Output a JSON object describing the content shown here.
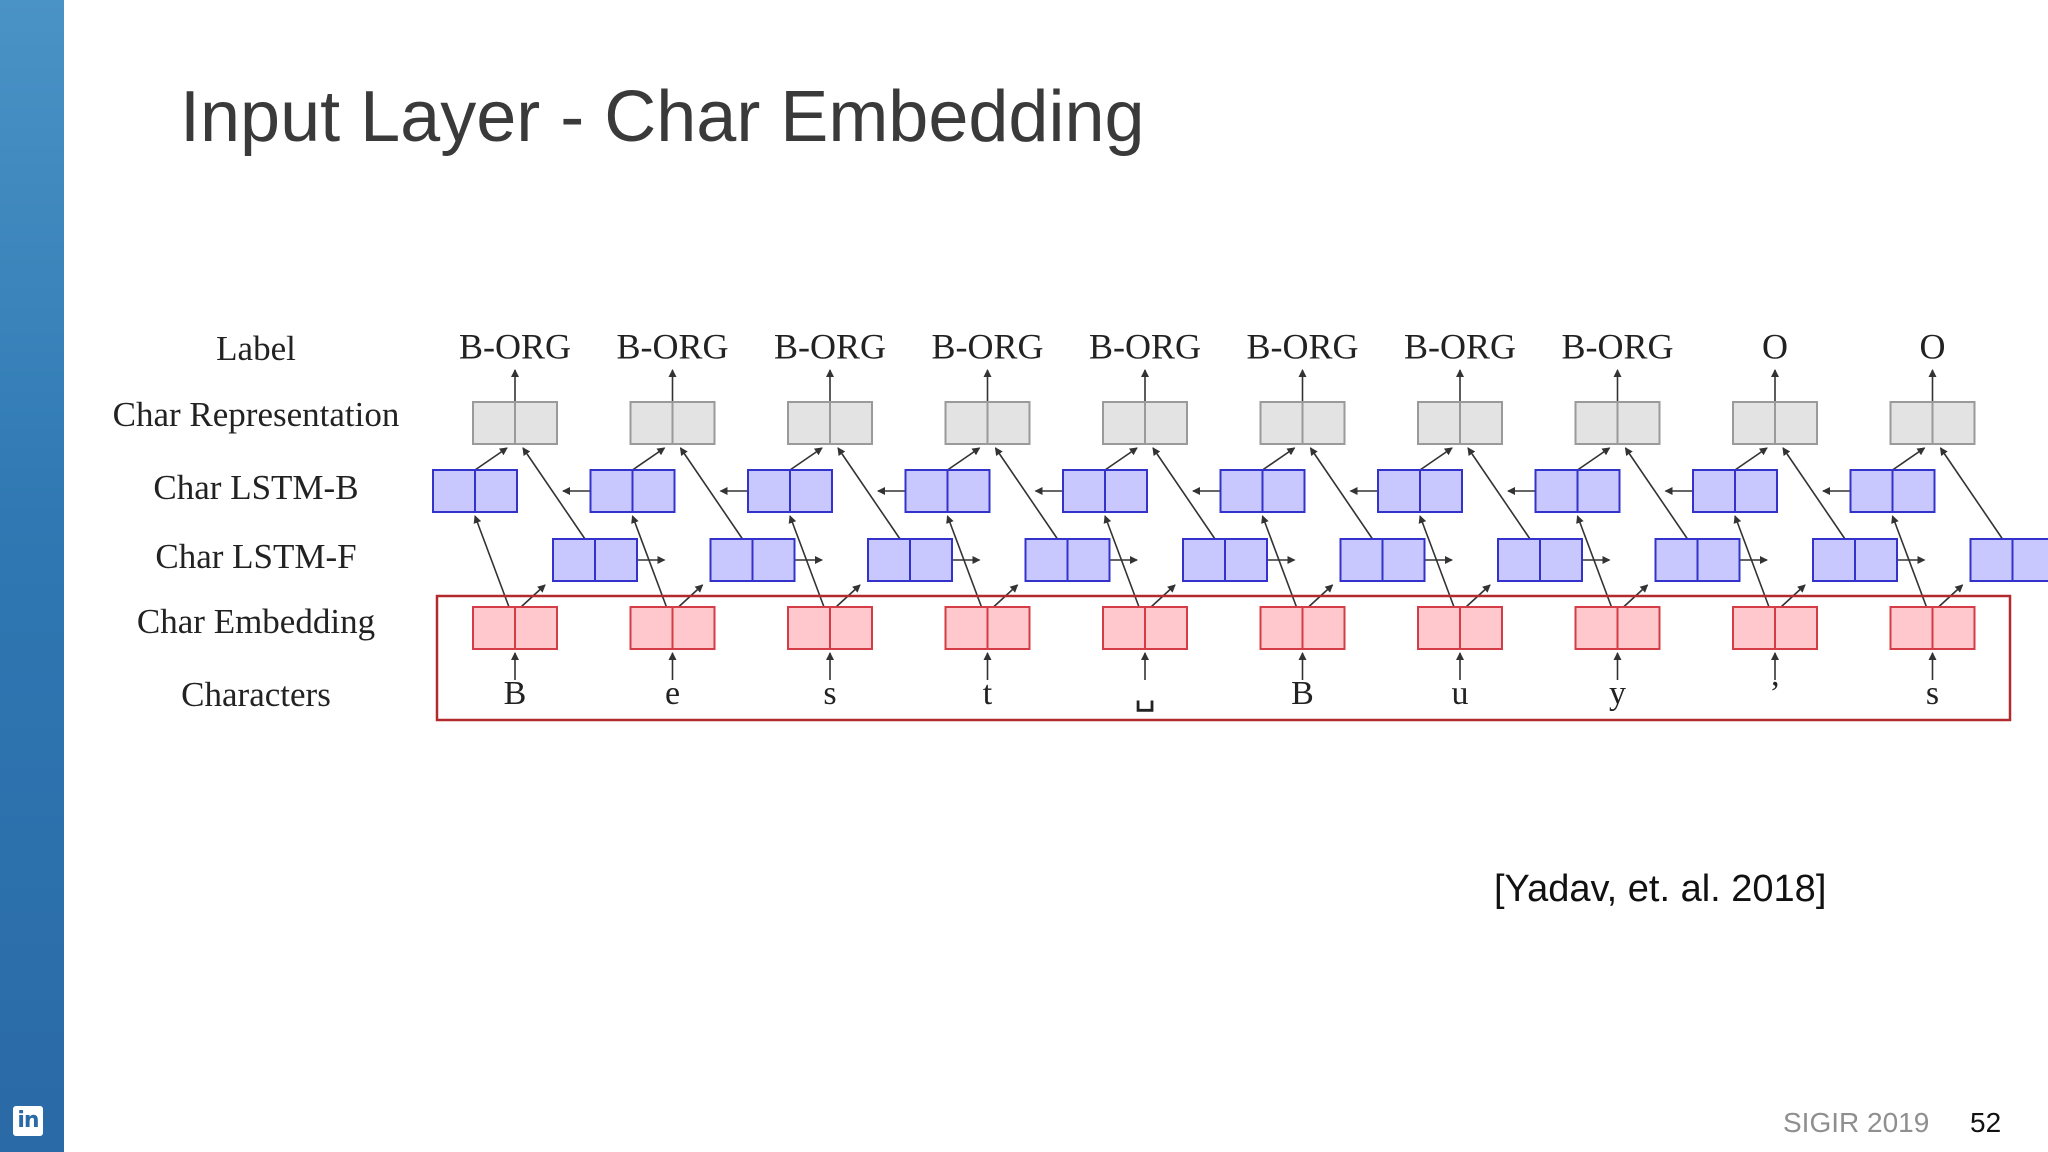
{
  "slide": {
    "title": "Input Layer - Char Embedding",
    "citation": "[Yadav, et. al. 2018]",
    "footer_conference": "SIGIR 2019",
    "page_number": "52",
    "logo_icon": "linkedin-icon",
    "logo_text": "in"
  },
  "diagram": {
    "row_labels": [
      "Label",
      "Char Representation",
      "Char LSTM-B",
      "Char LSTM-F",
      "Char Embedding",
      "Characters"
    ],
    "labels": [
      "B-ORG",
      "B-ORG",
      "B-ORG",
      "B-ORG",
      "B-ORG",
      "B-ORG",
      "B-ORG",
      "B-ORG",
      "O",
      "O"
    ],
    "characters": [
      "B",
      "e",
      "s",
      "t",
      "␣",
      "B",
      "u",
      "y",
      "’",
      "s"
    ],
    "colors": {
      "representation_fill": "#e3e3e3",
      "representation_stroke": "#9a9a9a",
      "lstm_fill": "#c8c8ff",
      "lstm_stroke": "#3333cc",
      "embedding_fill": "#ffc8cc",
      "embedding_stroke": "#d43c46",
      "highlight_box": "#b22a2e",
      "arrow": "#333333"
    }
  }
}
